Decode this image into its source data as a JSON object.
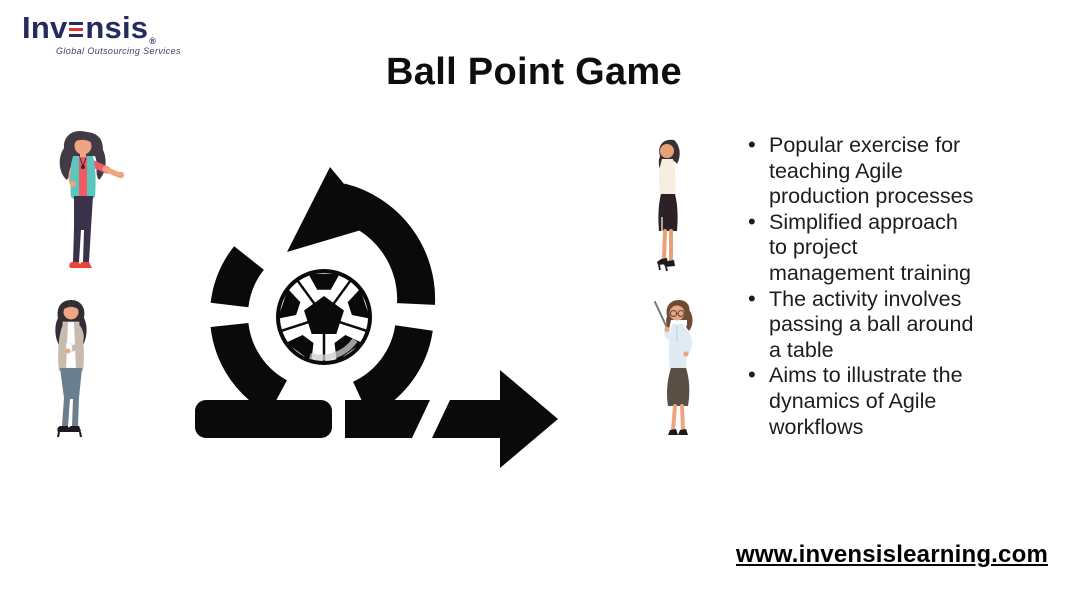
{
  "slide": {
    "title": "Ball Point Game",
    "website": "www.invensislearning.com",
    "background_color": "#ffffff",
    "text_color": "#1d1d1d"
  },
  "logo": {
    "brand_prefix": "Inv",
    "brand_suffix": "nsis",
    "registered_mark": "®",
    "tagline": "Global Outsourcing Services",
    "colors": {
      "navy": "#252b5e",
      "red": "#e63329"
    }
  },
  "bullet_points": [
    "Popular exercise for\nteaching Agile\nproduction processes",
    "Simplified approach\nto project\nmanagement training",
    "The activity involves\npassing a ball around\na table",
    "Aims to illustrate the\ndynamics of Agile\nworkflows"
  ],
  "center_icon": {
    "name": "agile-sprint-cycle-with-soccer-ball",
    "color": "#0a0a0a",
    "elements": [
      "circular-iteration-arrows",
      "soccer-ball",
      "forward-arrow",
      "baseline-bar"
    ]
  },
  "illustrations": [
    {
      "name": "woman-presenting-gesture",
      "position": "top-left",
      "colors": {
        "top": "#ef5a63",
        "vest": "#5ac6bd",
        "pants": "#393249",
        "shoes": "#e8453c",
        "hair": "#423a45",
        "skin": "#eda582"
      }
    },
    {
      "name": "woman-holding-coffee",
      "position": "bottom-left",
      "colors": {
        "blazer": "#c8bbae",
        "top": "#ffffff",
        "jeans": "#697e8f",
        "heels": "#1d1a1d",
        "hair": "#332d36",
        "skin": "#eda582"
      }
    },
    {
      "name": "woman-standing-profile",
      "position": "mid-right",
      "colors": {
        "top": "#f6efe1",
        "skirt": "#2b2127",
        "heels": "#1f1a1d",
        "hair": "#3a3034",
        "skin": "#e8a078"
      }
    },
    {
      "name": "woman-teacher-with-pointer",
      "position": "bottom-right",
      "colors": {
        "blouse": "#dfeaf2",
        "skirt": "#5a4f45",
        "heels": "#1d1a1d",
        "hair": "#6f4b36",
        "skin": "#eda582",
        "pointer": "#777777"
      }
    }
  ]
}
